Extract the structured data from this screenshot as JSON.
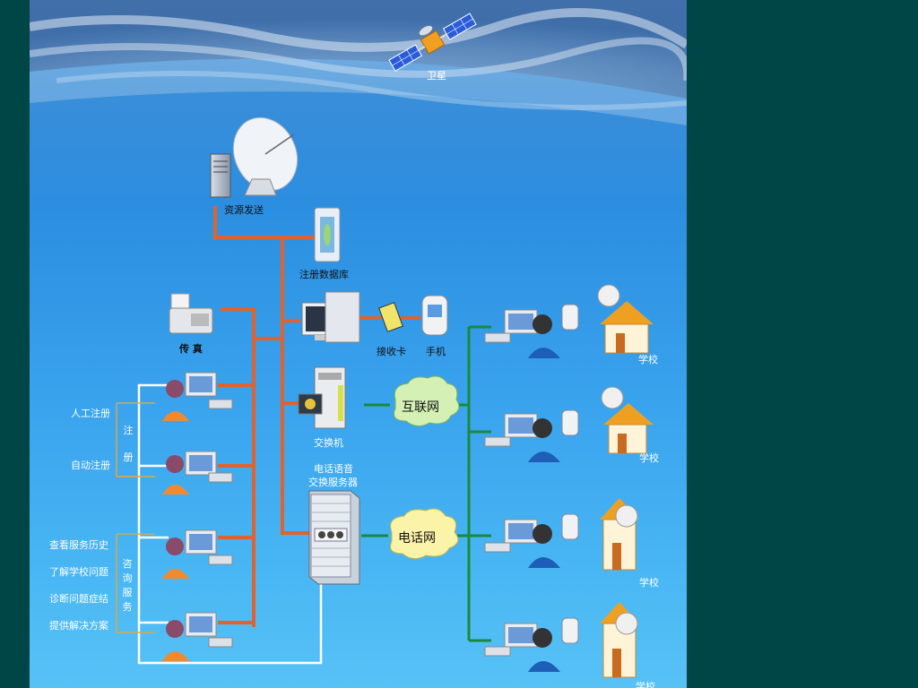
{
  "satellite": {
    "label": "卫星"
  },
  "sender": {
    "label": "资源发送"
  },
  "registry_db": {
    "label": "注册数据库"
  },
  "fax": {
    "label": "传 真"
  },
  "receiver_card": {
    "label": "接收卡"
  },
  "phone": {
    "label": "手机"
  },
  "switch": {
    "label": "交换机"
  },
  "voice_server": {
    "line1": "电话语音",
    "line2": "交换服务器"
  },
  "internet": {
    "label": "互联网"
  },
  "phone_network": {
    "label": "电话网"
  },
  "registration": {
    "group_label": "注册",
    "manual": "人工注册",
    "auto": "自动注册"
  },
  "consulting": {
    "group_label": "咨询服务",
    "items": [
      "查看服务历史",
      "了解学校问题",
      "诊断问题症结",
      "提供解决方案"
    ]
  },
  "schools": [
    {
      "label": "学校"
    },
    {
      "label": "学校"
    },
    {
      "label": "学校"
    },
    {
      "label": "学校"
    }
  ],
  "colors": {
    "background": "#004646",
    "backbone": "#e0622e",
    "network": "#1a8a3a",
    "bracket": "#d9a84a",
    "user_link": "#ffffff"
  }
}
